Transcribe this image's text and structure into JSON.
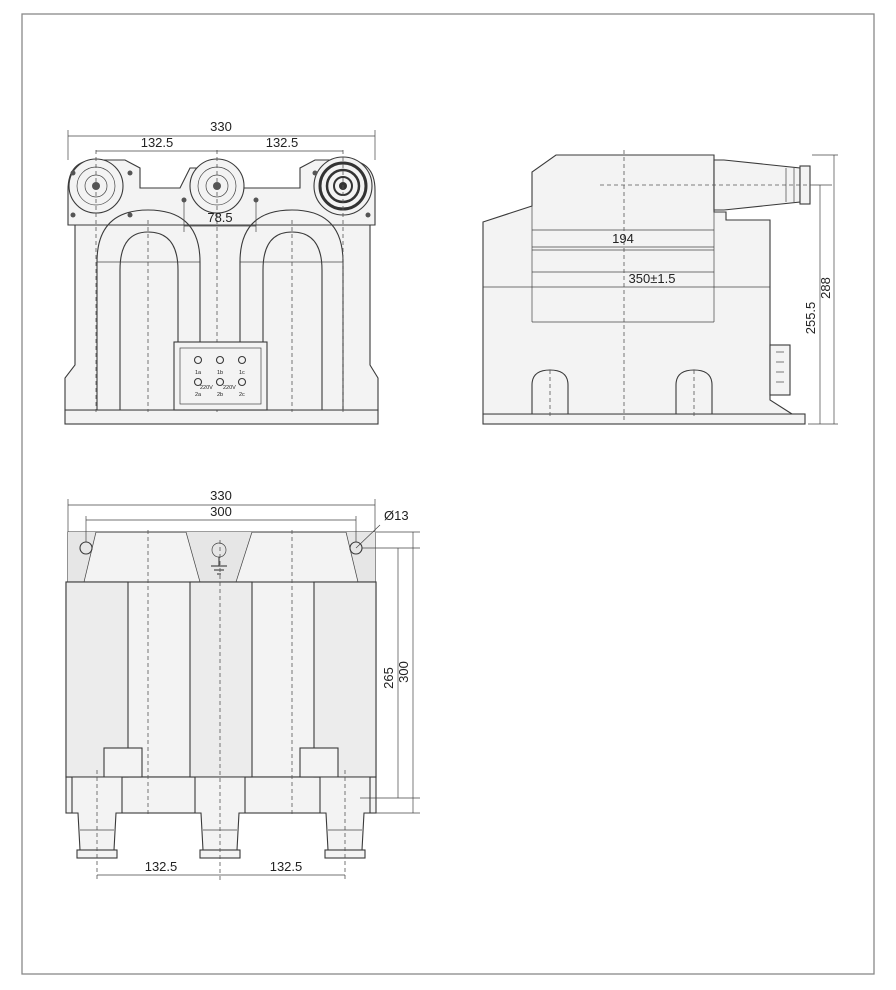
{
  "front_view": {
    "dim_overall": "330",
    "dim_left_pitch": "132.5",
    "dim_right_pitch": "132.5",
    "dim_bolt_pitch": "78.5",
    "terminal_labels_top": [
      "1a",
      "1b",
      "1c"
    ],
    "terminal_labels_bottom": [
      "2a",
      "2b",
      "2c"
    ],
    "terminal_voltage_left": "220V",
    "terminal_voltage_right": "220V"
  },
  "side_view": {
    "dim_inner": "194",
    "dim_length": "350±1.5",
    "dim_base_height": "255.5",
    "dim_total_height": "288"
  },
  "bottom_view": {
    "dim_overall": "330",
    "dim_hole_pitch": "300",
    "dim_hole_diameter": "Ø13",
    "dim_inner_height": "265",
    "dim_outer_height": "300",
    "dim_left_pitch": "132.5",
    "dim_right_pitch": "132.5"
  },
  "icons": {
    "ground": "ground-symbol-icon"
  }
}
